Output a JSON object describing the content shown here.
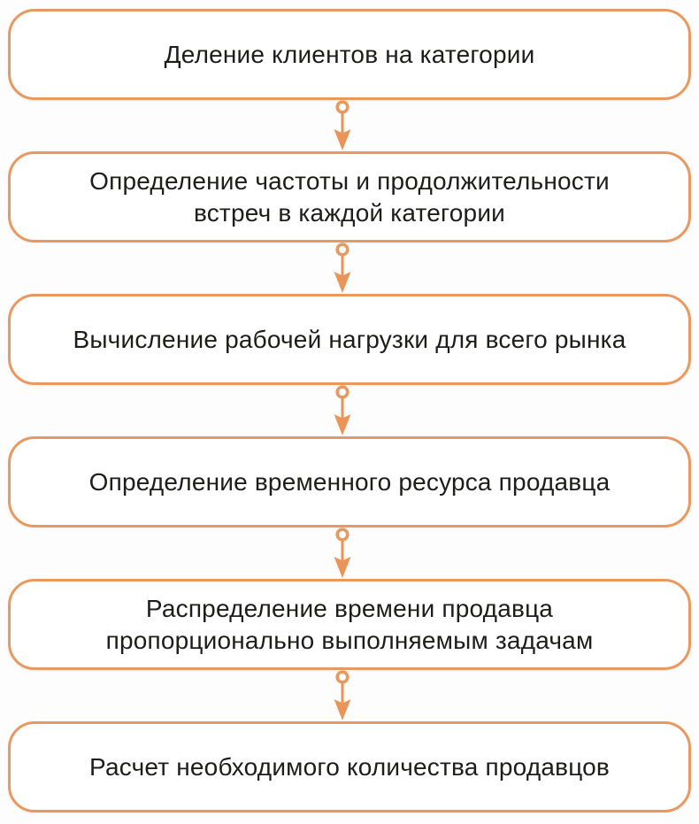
{
  "diagram": {
    "type": "flowchart",
    "direction": "top-down",
    "steps": [
      {
        "label": "Деление клиентов на категории"
      },
      {
        "label": "Определение частоты и продолжительности\nвстреч в каждой категории"
      },
      {
        "label": "Вычисление рабочей нагрузки для всего рынка"
      },
      {
        "label": "Определение временного ресурса продавца"
      },
      {
        "label": "Распределение времени продавца\nпропорционально выполняемым задачам"
      },
      {
        "label": "Расчет необходимого количества продавцов"
      }
    ],
    "icons": {
      "connector": "circle-arrow-down"
    },
    "colors": {
      "accent": "#E9995F",
      "arrow": "#EA9557",
      "text": "#1D1D1B",
      "box_bg": "#FFFFFF",
      "page_bg": "#FDFDFD"
    }
  }
}
